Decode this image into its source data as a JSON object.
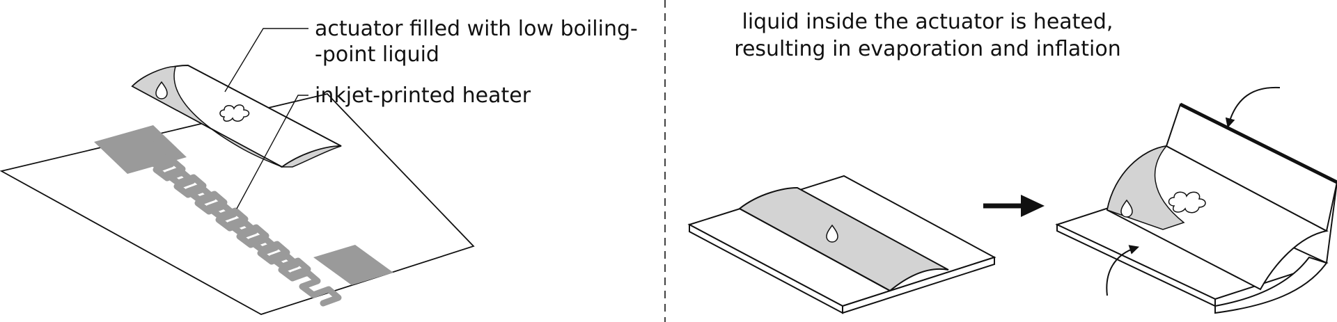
{
  "left_panel": {
    "callout_actuator_line1": "actuator filled with low boiling-",
    "callout_actuator_line2": "-point liquid",
    "callout_heater": "inkjet-printed heater"
  },
  "right_panel": {
    "caption_line1": "liquid inside the actuator is heated,",
    "caption_line2": "resulting in evaporation and inflation"
  },
  "colors": {
    "stroke": "#111111",
    "actuator_fill": "#d3d3d3",
    "heater_fill": "#9a9a9a",
    "background": "#ffffff"
  },
  "icons": [
    "droplet-icon",
    "cloud-icon",
    "arrow-right-icon",
    "curved-arrow-icon"
  ]
}
